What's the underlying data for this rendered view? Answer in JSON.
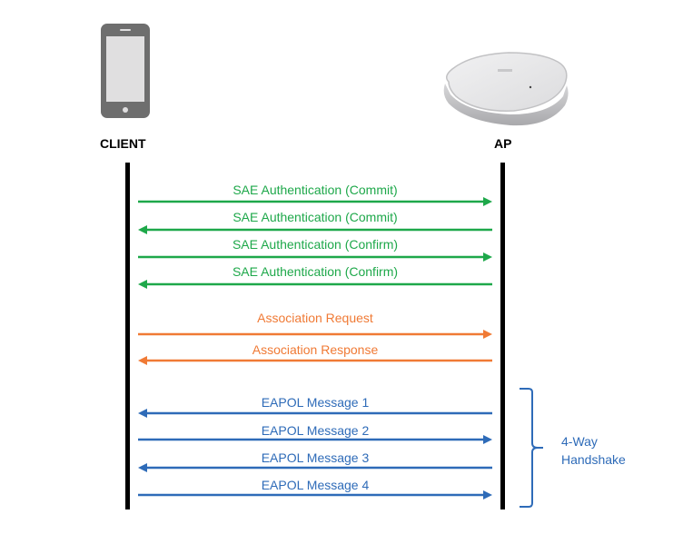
{
  "actors": {
    "client": {
      "label": "CLIENT",
      "icon": "smartphone-icon"
    },
    "ap": {
      "label": "AP",
      "icon": "access-point-icon"
    }
  },
  "colors": {
    "sae": "#1ea84a",
    "association": "#f07a35",
    "eapol": "#2e6bb8",
    "lifeline": "#000000"
  },
  "messages": [
    {
      "label": "SAE Authentication (Commit)",
      "direction": "client-to-ap",
      "group": "sae"
    },
    {
      "label": "SAE Authentication (Commit)",
      "direction": "ap-to-client",
      "group": "sae"
    },
    {
      "label": "SAE Authentication (Confirm)",
      "direction": "client-to-ap",
      "group": "sae"
    },
    {
      "label": "SAE Authentication (Confirm)",
      "direction": "ap-to-client",
      "group": "sae"
    },
    {
      "label": "Association Request",
      "direction": "client-to-ap",
      "group": "association"
    },
    {
      "label": "Association Response",
      "direction": "ap-to-client",
      "group": "association"
    },
    {
      "label": "EAPOL Message 1",
      "direction": "ap-to-client",
      "group": "eapol"
    },
    {
      "label": "EAPOL Message 2",
      "direction": "client-to-ap",
      "group": "eapol"
    },
    {
      "label": "EAPOL Message 3",
      "direction": "ap-to-client",
      "group": "eapol"
    },
    {
      "label": "EAPOL Message 4",
      "direction": "client-to-ap",
      "group": "eapol"
    }
  ],
  "handshake": {
    "line1": "4-Way",
    "line2": "Handshake"
  }
}
